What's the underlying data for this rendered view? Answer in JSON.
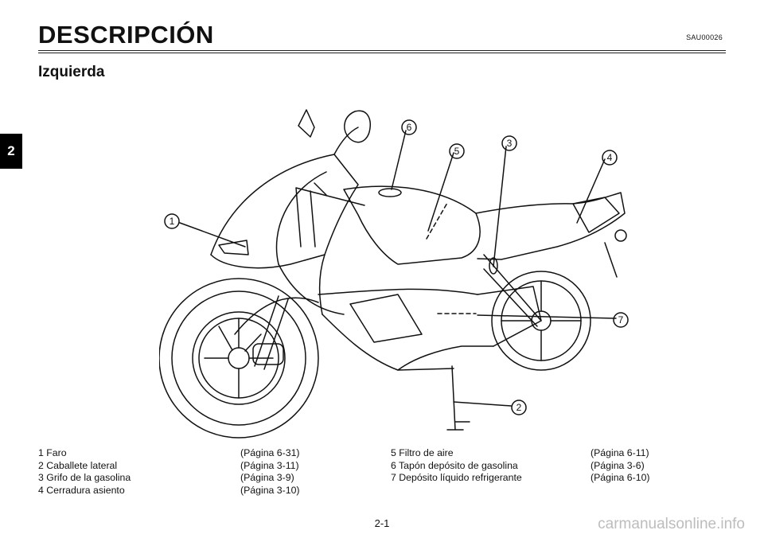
{
  "header": {
    "title": "DESCRIPCIÓN",
    "code": "SAU00026",
    "section": "Izquierda",
    "chapter_tab": "2"
  },
  "figure": {
    "callouts": [
      "1",
      "2",
      "3",
      "4",
      "5",
      "6",
      "7"
    ]
  },
  "legend": {
    "left": [
      {
        "name": "1 Faro",
        "page": "(Página 6-31)"
      },
      {
        "name": "2 Caballete lateral",
        "page": "(Página 3-11)"
      },
      {
        "name": "3 Grifo de la gasolina",
        "page": "(Página 3-9)"
      },
      {
        "name": "4 Cerradura asiento",
        "page": "(Página 3-10)"
      }
    ],
    "right": [
      {
        "name": "5 Filtro de aire",
        "page": "(Página 6-11)"
      },
      {
        "name": "6 Tapón depósito de gasolina",
        "page": "(Página 3-6)"
      },
      {
        "name": "7 Depósito líquido refrigerante",
        "page": "(Página 6-10)"
      }
    ]
  },
  "footer": {
    "page_number": "2-1",
    "watermark": "carmanualsonline.info"
  },
  "colors": {
    "ink": "#111111",
    "tab_bg": "#000000",
    "watermark": "#bdbdbd"
  }
}
